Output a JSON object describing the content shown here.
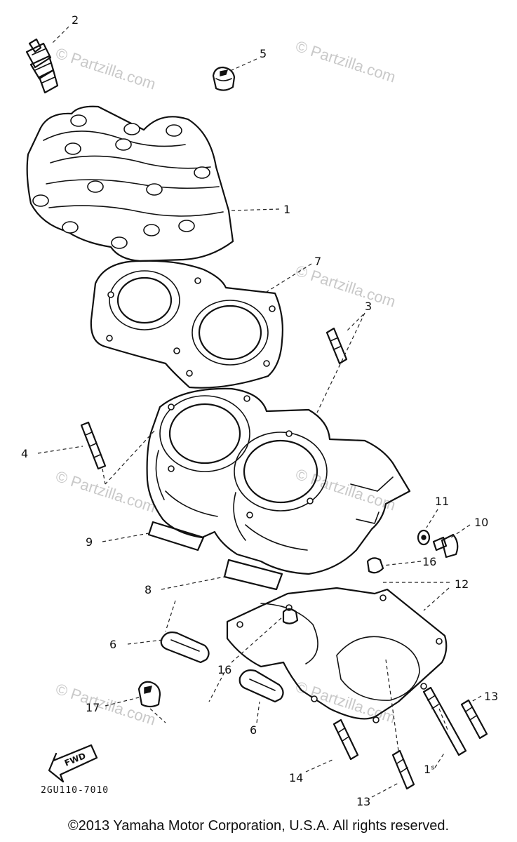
{
  "watermark": "© Partzilla.com",
  "callouts": {
    "p1": "1",
    "p2": "2",
    "p3": "3",
    "p4": "4",
    "p5": "5",
    "p6a": "6",
    "p6b": "6",
    "p7": "7",
    "p8": "8",
    "p9": "9",
    "p10": "10",
    "p11": "11",
    "p12": "12",
    "p13a": "13",
    "p13b": "13",
    "p14": "14",
    "p15": "1ˢ",
    "p16a": "16",
    "p16b": "16",
    "p17": "17"
  },
  "fwd_label": "FWD",
  "diagram_code": "2GU110-7010",
  "copyright": "©2013 Yamaha Motor Corporation, U.S.A. All rights reserved."
}
